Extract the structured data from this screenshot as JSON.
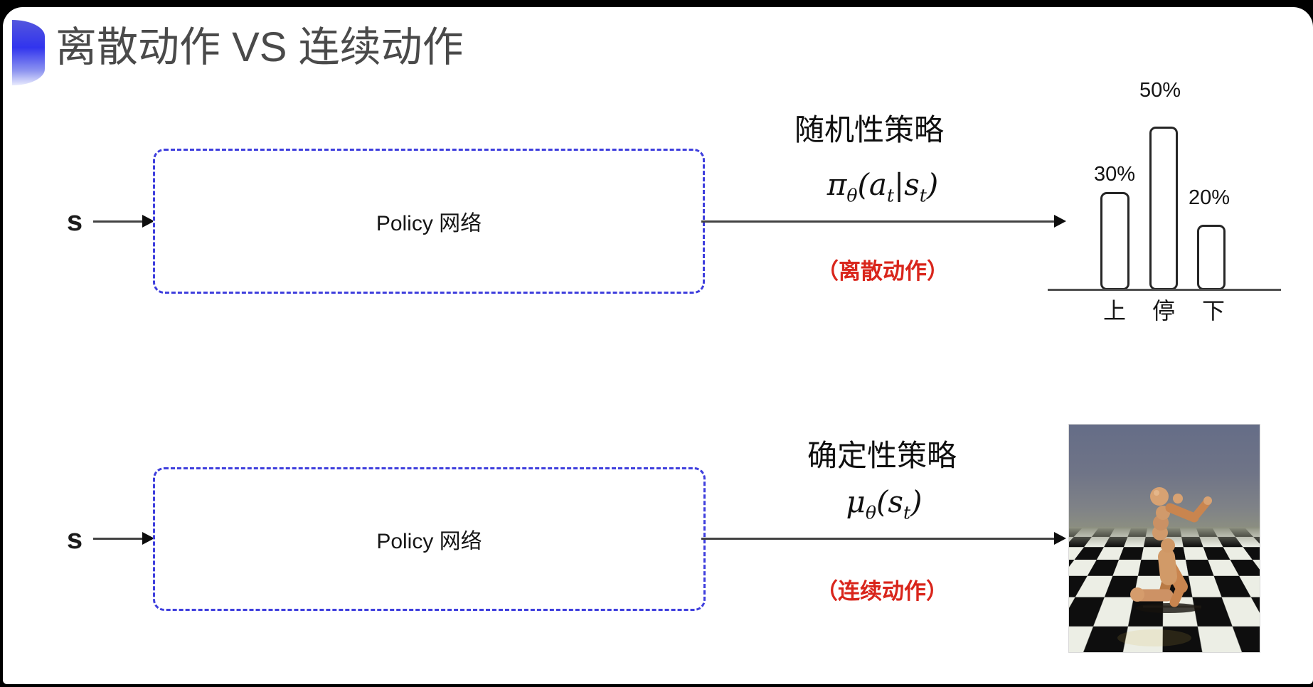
{
  "slide": {
    "title": "离散动作 VS 连续动作"
  },
  "pipelines": [
    {
      "input_label": "s",
      "box_label": "Policy 网络",
      "policy_type": "随机性策略",
      "formula": {
        "sym": "π",
        "sym_sub": "θ",
        "open": "(",
        "arg1": "a",
        "arg1_sub": "t",
        "bar": "|",
        "arg2": "s",
        "arg2_sub": "t",
        "close": ")"
      },
      "action_note": "（离散动作）"
    },
    {
      "input_label": "s",
      "box_label": "Policy 网络",
      "policy_type": "确定性策略",
      "formula": {
        "sym": "μ",
        "sym_sub": "θ",
        "open": "(",
        "arg1": "s",
        "arg1_sub": "t",
        "close": ")"
      },
      "action_note": "（连续动作）"
    }
  ],
  "chart_data": {
    "type": "bar",
    "title": "",
    "categories": [
      "上",
      "停",
      "下"
    ],
    "values": [
      30,
      50,
      20
    ],
    "value_labels": [
      "30%",
      "50%",
      "20%"
    ],
    "ylim": [
      0,
      55
    ],
    "grid": false,
    "legend": false,
    "note": "probability distribution over discrete actions"
  },
  "robot_image": {
    "alt": "humanoid robot running on checkerboard floor"
  },
  "colors": {
    "accent_blue": "#3134ee",
    "box_border_blue": "#3e3edd",
    "action_note_red": "#d9251b",
    "title_gray": "#4a4a4a"
  }
}
